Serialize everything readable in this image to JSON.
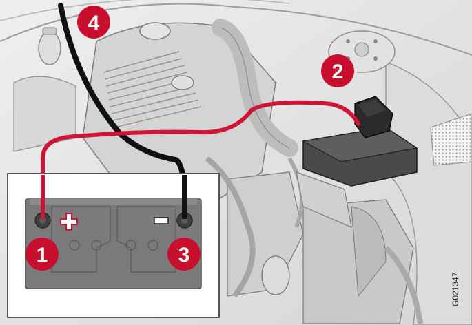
{
  "illustration": {
    "callouts": [
      {
        "id": "1",
        "label": "1"
      },
      {
        "id": "2",
        "label": "2"
      },
      {
        "id": "3",
        "label": "3"
      },
      {
        "id": "4",
        "label": "4"
      }
    ],
    "terminals": {
      "positive_icon": "plus-icon",
      "negative_icon": "minus-icon"
    },
    "reference_code": "G021347",
    "colors": {
      "callout": "#c8102e",
      "red_cable": "#d01436",
      "black_cable": "#111111",
      "battery_body": "#7a7a7a",
      "engine_bay": "#e6e6e6"
    }
  }
}
